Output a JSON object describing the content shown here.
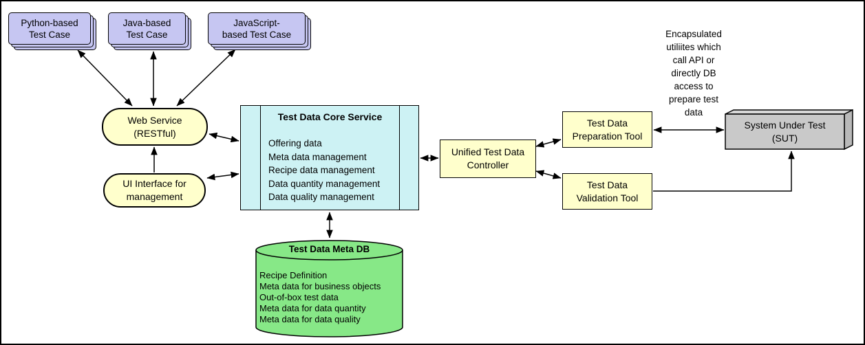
{
  "colors": {
    "purple": "#c6c6f2",
    "yellow": "#ffffcc",
    "cyan": "#cdf2f4",
    "green": "#87e887",
    "gray_front": "#c9c9c9",
    "gray_top": "#d8d8d8",
    "gray_side": "#b9b9b9",
    "line": "#000000"
  },
  "test_cases": [
    {
      "label": "Python-based\nTest Case"
    },
    {
      "label": "Java-based\nTest Case"
    },
    {
      "label": "JavaScript-\nbased Test Case"
    }
  ],
  "web_service": {
    "label": "Web Service\n(RESTful)"
  },
  "ui_interface": {
    "label": "UI Interface for\nmanagement"
  },
  "core_service": {
    "title": "Test Data Core Service",
    "items": [
      "Offering data",
      "Meta data management",
      "Recipe data management",
      "Data quantity management",
      "Data quality management"
    ]
  },
  "controller": {
    "label": "Unified Test Data\nController"
  },
  "preparation_tool": {
    "label": "Test Data\nPreparation Tool"
  },
  "validation_tool": {
    "label": "Test Data\nValidation Tool"
  },
  "sut": {
    "label": "System Under Test\n(SUT)"
  },
  "meta_db": {
    "title": "Test Data Meta DB",
    "items": [
      "Recipe Definition",
      "Meta data for business objects",
      "Out-of-box test data",
      "Meta data for data quantity",
      "Meta data for data quality"
    ]
  },
  "annotation": {
    "text": "Encapsulated\nutiliites which\ncall API or\ndirectly DB\naccess to\nprepare test\ndata"
  }
}
